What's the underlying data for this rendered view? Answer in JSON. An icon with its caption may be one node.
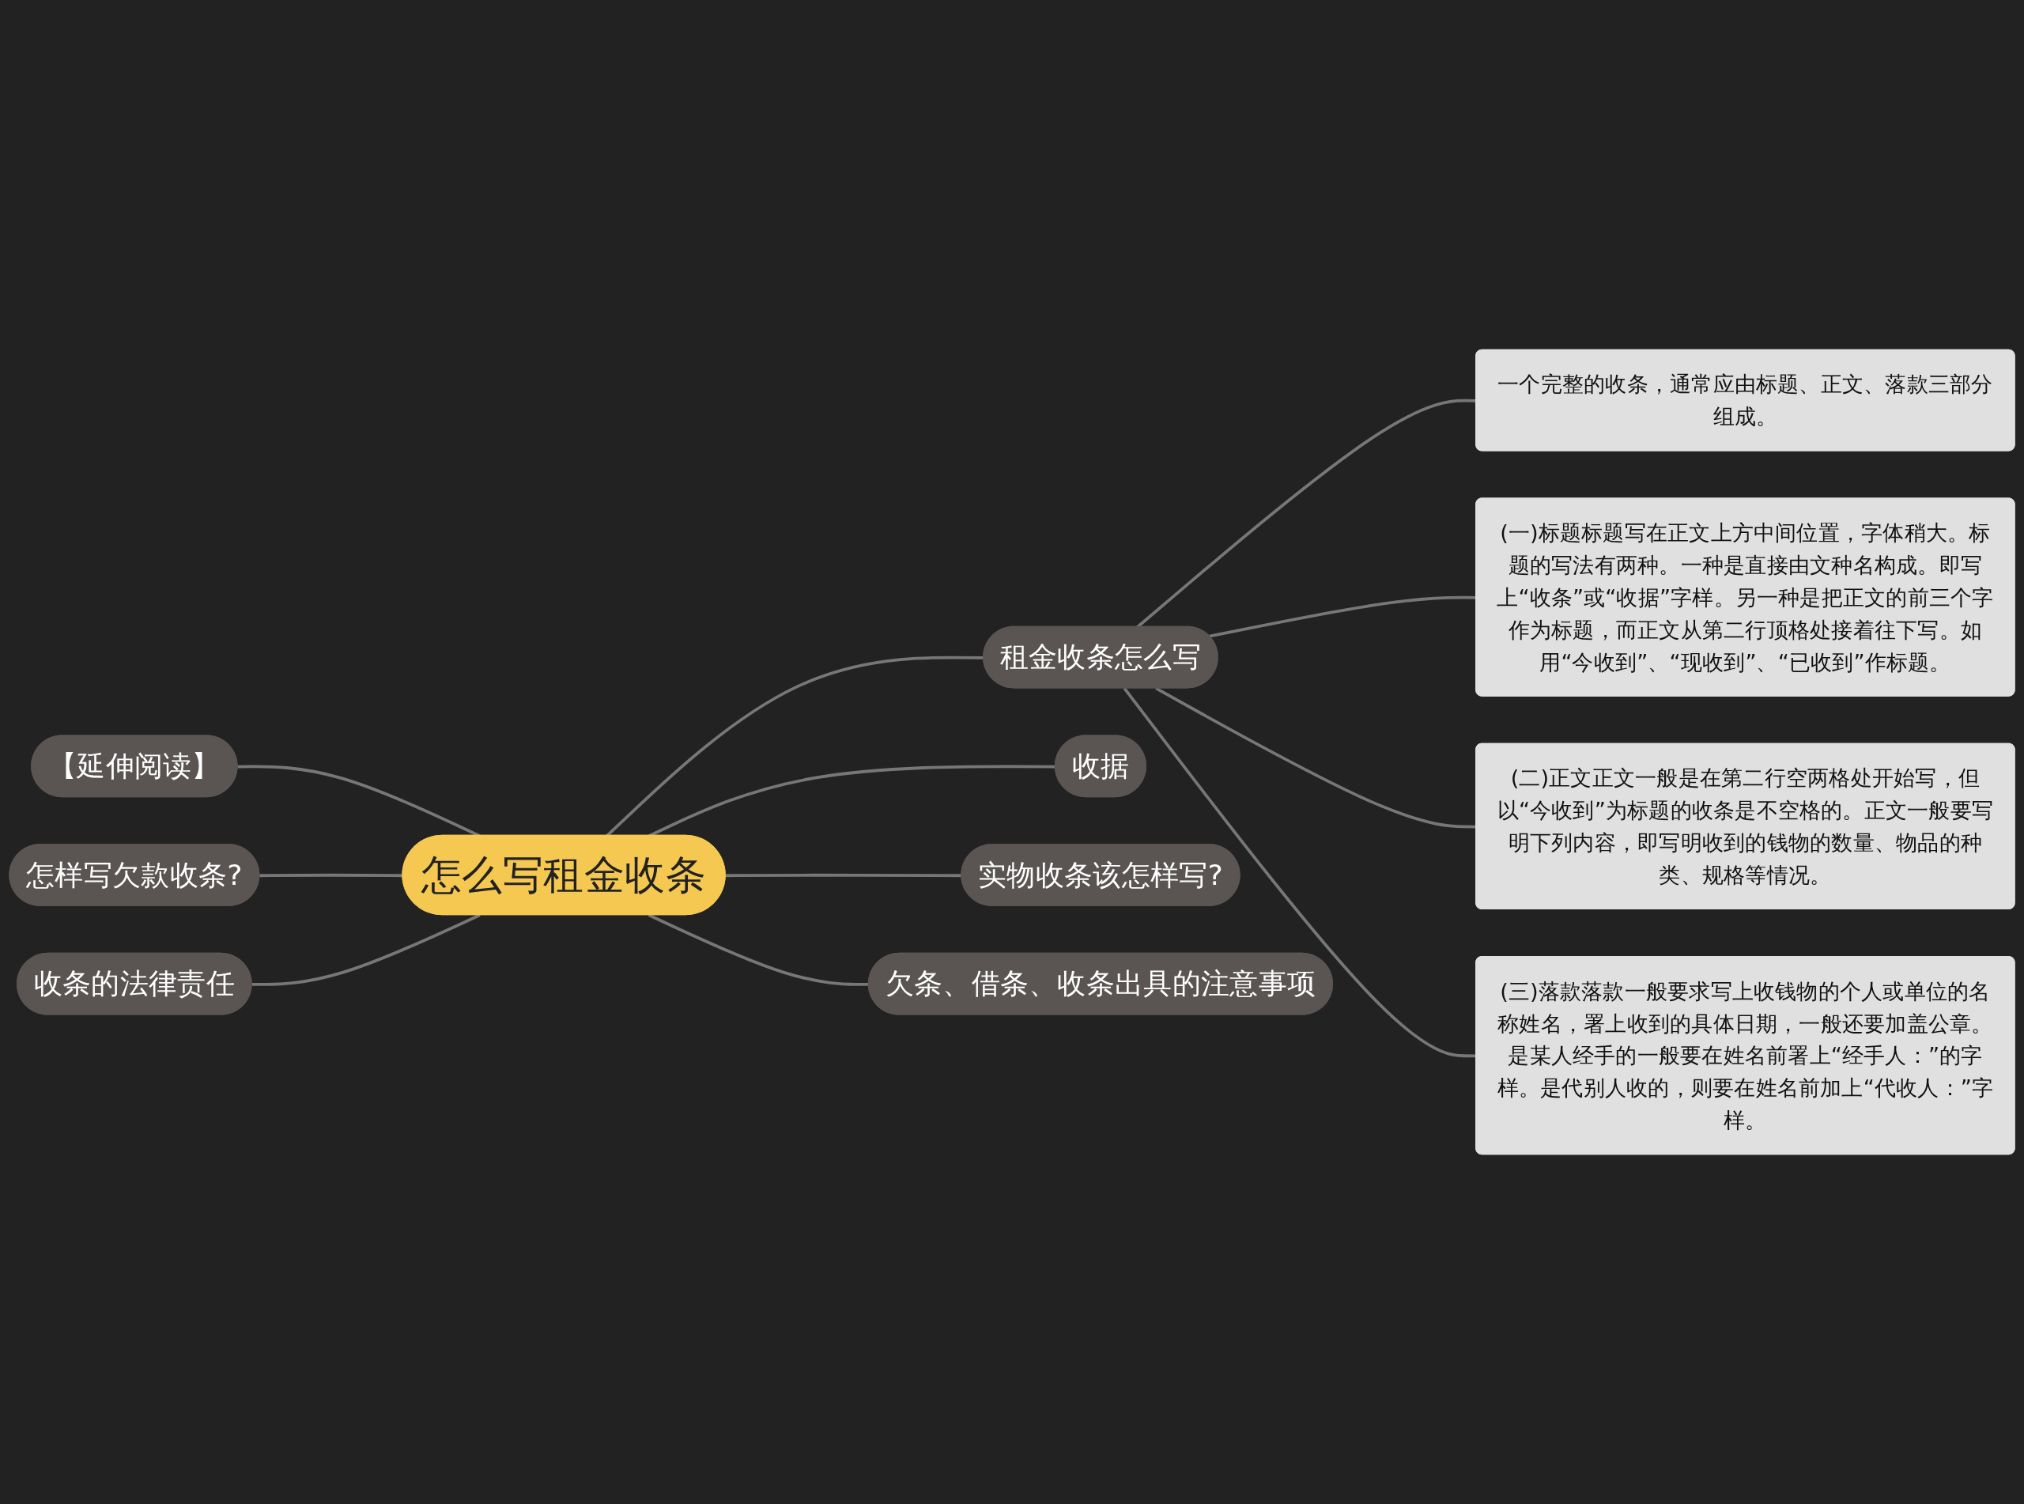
{
  "diagram": {
    "nodes": [
      {
        "text": [
          "怎么写租金收条"
        ]
      },
      {
        "text": [
          "租金收条怎么写"
        ]
      },
      {
        "text": [
          "一个完整的收条，通常应由标题、正文、落款三部分组成。"
        ]
      },
      {
        "text": [
          "(一)标题标题写在正文上方中间位置，字体稍大。标题的写法有两种。一种是直接由文种名构成。即写上“收条”或“收据”字样。另一种是把正文的前三个字作为标题，而正文从第二行顶格处接着往下写。如用“今收到”、“现收到”、“已收到”作标题。"
        ]
      },
      {
        "text": [
          "(二)正文正文一般是在第二行空两格处开始写，但以“今收到”为标题的收条是不空格的。正文一般要写明下列内容，即写明收到的钱物的数量、物品的种类、规格等情况。"
        ]
      },
      {
        "text": [
          "(三)落款落款一般要求写上收钱物的个人或单位的名称姓名，署上收到的具体日期，一般还要加盖公章。是某人经手的一般要在姓名前署上“经手人：”的字样。是代别人收的，则要在姓名前加上“代收人：”字样。"
        ]
      },
      {
        "text": [
          "收据"
        ]
      },
      {
        "text": [
          "实物收条该怎样写?"
        ]
      },
      {
        "text": [
          "欠条、借条、收条出具的注意事项"
        ]
      },
      {
        "text": [
          "【延伸阅读】"
        ]
      },
      {
        "text": [
          "怎样写欠款收条?"
        ]
      },
      {
        "text": [
          "收条的法律责任"
        ]
      }
    ],
    "edges": [
      {
        "from": 0,
        "to": 1,
        "arrow": "none"
      },
      {
        "from": 1,
        "to": 2,
        "arrow": "none"
      },
      {
        "from": 1,
        "to": 3,
        "arrow": "none"
      },
      {
        "from": 1,
        "to": 4,
        "arrow": "none"
      },
      {
        "from": 1,
        "to": 5,
        "arrow": "none"
      },
      {
        "from": 0,
        "to": 6,
        "arrow": "none"
      },
      {
        "from": 0,
        "to": 7,
        "arrow": "none"
      },
      {
        "from": 0,
        "to": 8,
        "arrow": "none"
      },
      {
        "from": 0,
        "to": 9,
        "arrow": "none"
      },
      {
        "from": 0,
        "to": 10,
        "arrow": "none"
      },
      {
        "from": 0,
        "to": 11,
        "arrow": "none"
      }
    ]
  }
}
